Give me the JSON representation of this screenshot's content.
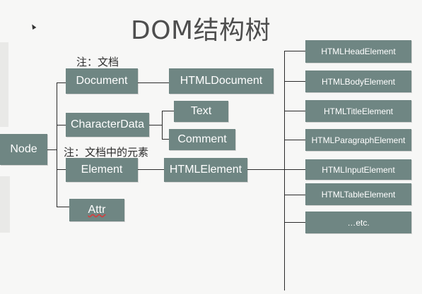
{
  "diagram": {
    "title": "DOM结构树",
    "notes": {
      "document": "注：文档",
      "element": "注：文档中的元素"
    },
    "nodes": {
      "node": "Node",
      "document": "Document",
      "html_document": "HTMLDocument",
      "character_data": "CharacterData",
      "text": "Text",
      "comment": "Comment",
      "element": "Element",
      "html_element": "HTMLElement",
      "attr": "Attr"
    },
    "html_element_children": [
      "HTMLHeadElement",
      "HTMLBodyElement",
      "HTMLTitleElement",
      "HTMLParagraphElement",
      "HTMLInputElement",
      "HTMLTableElement",
      "…etc."
    ],
    "colors": {
      "box": "#6f8683",
      "box_text": "#ffffff",
      "line": "#2a2a2a",
      "background": "#f7f7f6"
    }
  }
}
